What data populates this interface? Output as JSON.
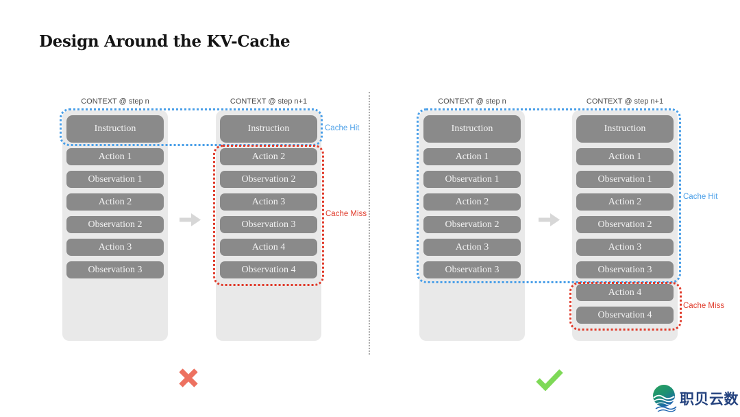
{
  "title": "Design Around the KV-Cache",
  "left_diagram": {
    "verdict": "cross",
    "col1": {
      "header": "CONTEXT @ step n",
      "boxes": [
        "Instruction",
        "Action 1",
        "Observation 1",
        "Action 2",
        "Observation 2",
        "Action 3",
        "Observation 3"
      ]
    },
    "col2": {
      "header": "CONTEXT @ step n+1",
      "boxes": [
        "Instruction",
        "Action 2",
        "Observation 2",
        "Action 3",
        "Observation 3",
        "Action 4",
        "Observation 4"
      ]
    },
    "cache_hit_label": "Cache Hit",
    "cache_miss_label": "Cache Miss"
  },
  "right_diagram": {
    "verdict": "check",
    "col1": {
      "header": "CONTEXT @ step n",
      "boxes": [
        "Instruction",
        "Action 1",
        "Observation 1",
        "Action 2",
        "Observation 2",
        "Action 3",
        "Observation 3"
      ]
    },
    "col2": {
      "header": "CONTEXT @ step n+1",
      "boxes": [
        "Instruction",
        "Action 1",
        "Observation 1",
        "Action 2",
        "Observation 2",
        "Action 3",
        "Observation 3",
        "Action 4",
        "Observation 4"
      ]
    },
    "cache_hit_label": "Cache Hit",
    "cache_miss_label": "Cache Miss"
  },
  "logo": {
    "text": "职贝云数"
  },
  "colors": {
    "cache_hit_blue": "#4A9FE8",
    "cache_miss_red": "#E03B2B",
    "box_gray": "#8A8A8A",
    "container_gray": "#E9E9E9",
    "arrow_gray": "#D7D7D7",
    "cross_salmon": "#ED7160",
    "check_green": "#7ED957",
    "logo_navy": "#24427E"
  }
}
